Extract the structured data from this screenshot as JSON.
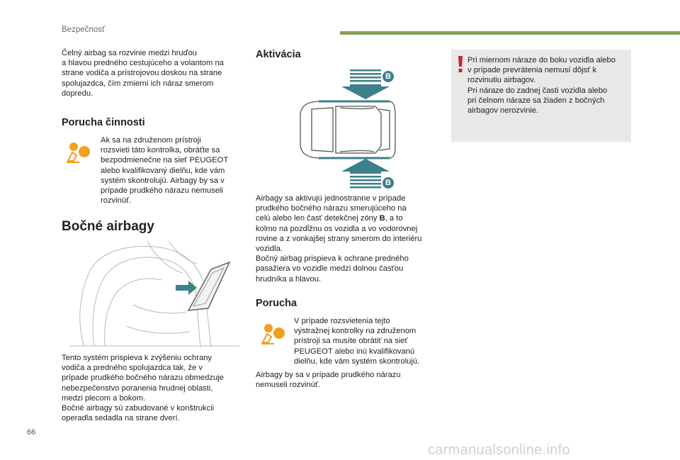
{
  "header": {
    "section": "Bezpečnosť"
  },
  "intro_text": "Čelný airbag sa rozvinie medzi hruďou\na hlavou predného cestujúceho a volantom na\nstrane vodiča a prístrojovou doskou na strane\nspolujazdca, čím zmierni ich náraz smerom\ndopredu.",
  "malfunction": {
    "title": "Porucha činnosti",
    "icon": "airbag-warning-icon",
    "text": "Ak sa na združenom prístroji\nrozsvieti táto kontrolka, obráťte sa\nbezpodmienečne na sieť PEUGEOT\nalebo kvalifikovaný dielňu, kde vám\nsystém skontrolujú. Airbagy by sa v\nprípade prudkého nárazu nemuseli\nrozvinúť."
  },
  "side_airbags": {
    "title": "Bočné airbagy",
    "text": "Tento systém prispieva k zvýšeniu ochrany\nvodiča a predného spolujazdca tak, že v\nprípade prudkého bočného nárazu obmedzuje\nnebezpečenstvo poranenia hrudnej oblasti,\nmedzi plecom a bokom.\nBočné airbagy sú zabudované v konštrukcii\noperadla sedadla na strane dverí."
  },
  "activation": {
    "title": "Aktivácia",
    "zone_label_top": "B",
    "zone_label_bottom": "B",
    "text_before_bold": "Airbagy sa aktivujú jednostranne v prípade\nprudkého bočného nárazu smerujúceho na\ncelú alebo len časť detekčnej zóny ",
    "text_bold": "B",
    "text_after_bold": ", a to\nkolmo na pozdĺžnu os vozidla a vo vodorovnej\nrovine a z vonkajšej strany smerom do interiéru\nvozidla.\nBočný airbag prispieva k ochrane predného\npasažiera vo vozidle medzi dolnou časťou\nhrudníka a hlavou."
  },
  "failure": {
    "title": "Porucha",
    "icon": "airbag-warning-icon",
    "text": "V prípade rozsvietenia tejto\nvýstražnej kontrolky na združenom\nprístroji sa musíte obrátiť na sieť\nPEUGEOT alebo inú kvalifikovanú\ndielňu, kde vám systém skontrolujú.",
    "note": "Airbagy by sa v prípade prudkého nárazu\nnemuseli rozvinúť."
  },
  "warning": {
    "icon": "exclamation-icon",
    "text": "Pri miernom náraze do boku vozidla alebo\nv prípade prevrátenia nemusí dôjsť k\nrozvinutiu airbagov.\nPri náraze do zadnej časti vozidla alebo\npri čelnom náraze sa žiaden z bočných\nairbagov nerozvinie."
  },
  "footer": {
    "page_number": "66",
    "watermark": "carmanualsonline.info"
  },
  "colors": {
    "accent_green": "#8aa05a",
    "teal": "#3d7f8a",
    "warning_orange": "#f0a020",
    "warning_red": "#d0202a",
    "note_bg": "#e8e8e8"
  }
}
